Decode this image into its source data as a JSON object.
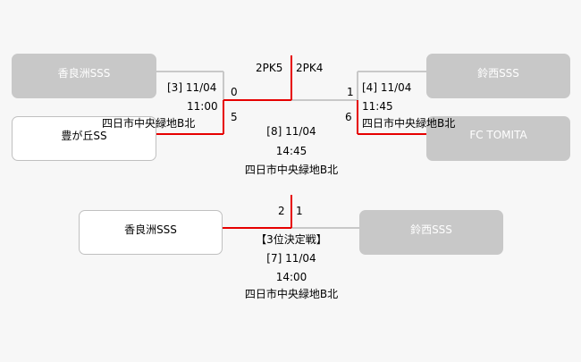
{
  "colors": {
    "win_line": "#e60000",
    "lose_line": "#c8c8c8",
    "lose_box": "#c8c8c8",
    "win_box": "#ffffff"
  },
  "semifinal_left": {
    "team_top": "香良洲SSS",
    "team_bottom": "豊が丘SS",
    "match": "[3] 11/04",
    "time": "11:00",
    "venue": "四日市中央緑地B北",
    "score_top": "0",
    "score_bottom": "5"
  },
  "semifinal_right": {
    "team_top": "鈴西SSS",
    "team_bottom": "FC TOMITA",
    "match": "[4] 11/04",
    "time": "11:45",
    "venue": "四日市中央緑地B北",
    "score_top": "1",
    "score_bottom": "6"
  },
  "final": {
    "pk_left": "2PK5",
    "pk_right": "2PK4",
    "match": "[8] 11/04",
    "time": "14:45",
    "venue": "四日市中央緑地B北"
  },
  "third_place": {
    "team_left": "香良洲SSS",
    "team_right": "鈴西SSS",
    "score_left": "2",
    "score_right": "1",
    "title": "【3位決定戦】",
    "match": "[7] 11/04",
    "time": "14:00",
    "venue": "四日市中央緑地B北"
  }
}
